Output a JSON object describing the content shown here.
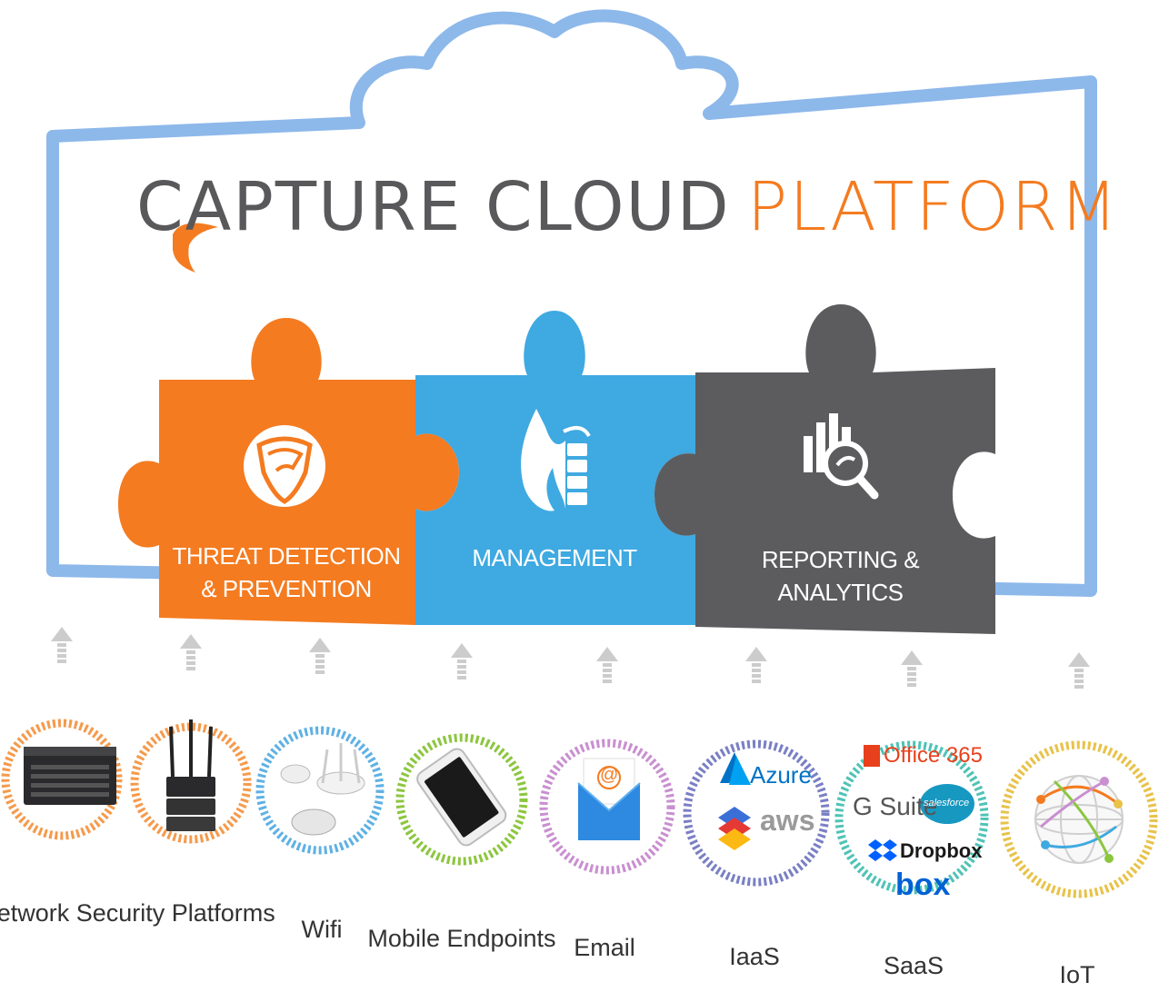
{
  "title": {
    "part1": "CAPTURE CLOUD",
    "part2": "PLATFORM"
  },
  "pieces": [
    {
      "id": "threat",
      "line1": "THREAT DETECTION",
      "line2": "& PREVENTION",
      "color": "#f47b20"
    },
    {
      "id": "management",
      "line1": "MANAGEMENT",
      "color": "#3fa9e1"
    },
    {
      "id": "reporting",
      "line1": "REPORTING & ANALYTICS",
      "color": "#5c5c5e"
    }
  ],
  "colors": {
    "cloud_outline": "#8db8ea",
    "orange": "#f47b20",
    "blue": "#3fa9e1",
    "gray": "#5c5c5e",
    "arrow": "#cccccc"
  },
  "circles": [
    {
      "name": "network-security-1",
      "color": "#f59a4c",
      "icon": "appliance-rack-icon"
    },
    {
      "name": "network-security-2",
      "color": "#f59a4c",
      "icon": "firewall-antenna-icon"
    },
    {
      "name": "wifi",
      "color": "#5fb1e3",
      "icon": "access-point-icon"
    },
    {
      "name": "mobile",
      "color": "#8cc63f",
      "icon": "smartphone-icon"
    },
    {
      "name": "email",
      "color": "#c98fd0",
      "icon": "envelope-icon"
    },
    {
      "name": "iaas",
      "color": "#7a7fc4",
      "icon": "cloud-providers-icon"
    },
    {
      "name": "saas",
      "color": "#4fc3b6",
      "icon": "saas-apps-icon"
    },
    {
      "name": "iot",
      "color": "#e8c24a",
      "icon": "globe-network-icon"
    }
  ],
  "labels": {
    "network": "Network Security Platforms",
    "wifi": "Wifi",
    "mobile": "Mobile Endpoints",
    "email": "Email",
    "iaas": "IaaS",
    "saas": "SaaS",
    "iot": "IoT"
  },
  "logos": {
    "azure": "Azure",
    "aws": "aws",
    "office365": "Office 365",
    "gsuite": "G Suite",
    "salesforce": "salesforce",
    "dropbox": "Dropbox",
    "box": "box",
    "email_at": "@"
  }
}
